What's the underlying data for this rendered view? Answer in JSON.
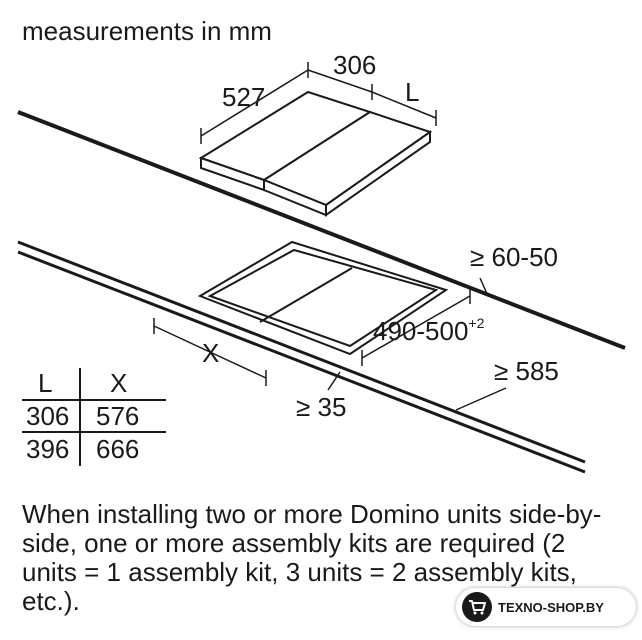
{
  "header": {
    "title": "measurements in mm"
  },
  "dimensions": {
    "depth": "527",
    "unit_width": "306",
    "length_symbol": "L",
    "back_clearance": "≥ 60-50",
    "cutout_depth": "490-500",
    "cutout_tolerance": "+2",
    "cutout_width_symbol": "X",
    "worktop_depth": "≥ 585",
    "front_clearance": "≥ 35"
  },
  "table": {
    "headers": [
      "L",
      "X"
    ],
    "rows": [
      [
        "306",
        "576"
      ],
      [
        "396",
        "666"
      ]
    ]
  },
  "note": {
    "text": "When installing two or more Domino units side-by-side, one or more assembly kits are required (2 units = 1 assembly kit, 3 units = 2 assembly kits, etc.)."
  },
  "badge": {
    "text": "TEXNO-SHOP.BY",
    "icon": "shopping-cart-icon"
  }
}
